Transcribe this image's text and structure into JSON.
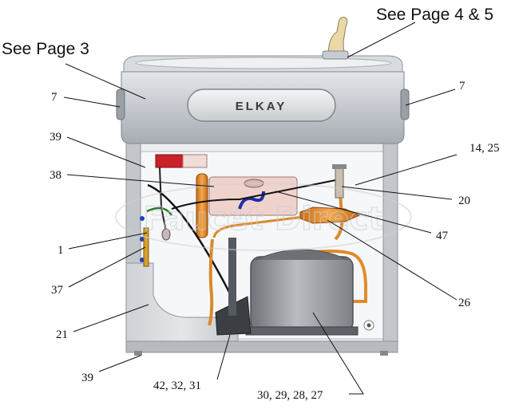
{
  "brand": "ELKAY",
  "callouts": {
    "see_page_3": "See Page 3",
    "see_page_4_5": "See Page 4 & 5",
    "c7_left": "7",
    "c7_right": "7",
    "c39_top": "39",
    "c38": "38",
    "c14_25": "14, 25",
    "c20": "20",
    "c47": "47",
    "c1": "1",
    "c26": "26",
    "c37": "37",
    "c21": "21",
    "c39_bottom": "39",
    "c42_32_31": "42, 32, 31",
    "c30_29_28_27": "30, 29, 28, 27"
  },
  "watermark": "Faucet Direct"
}
